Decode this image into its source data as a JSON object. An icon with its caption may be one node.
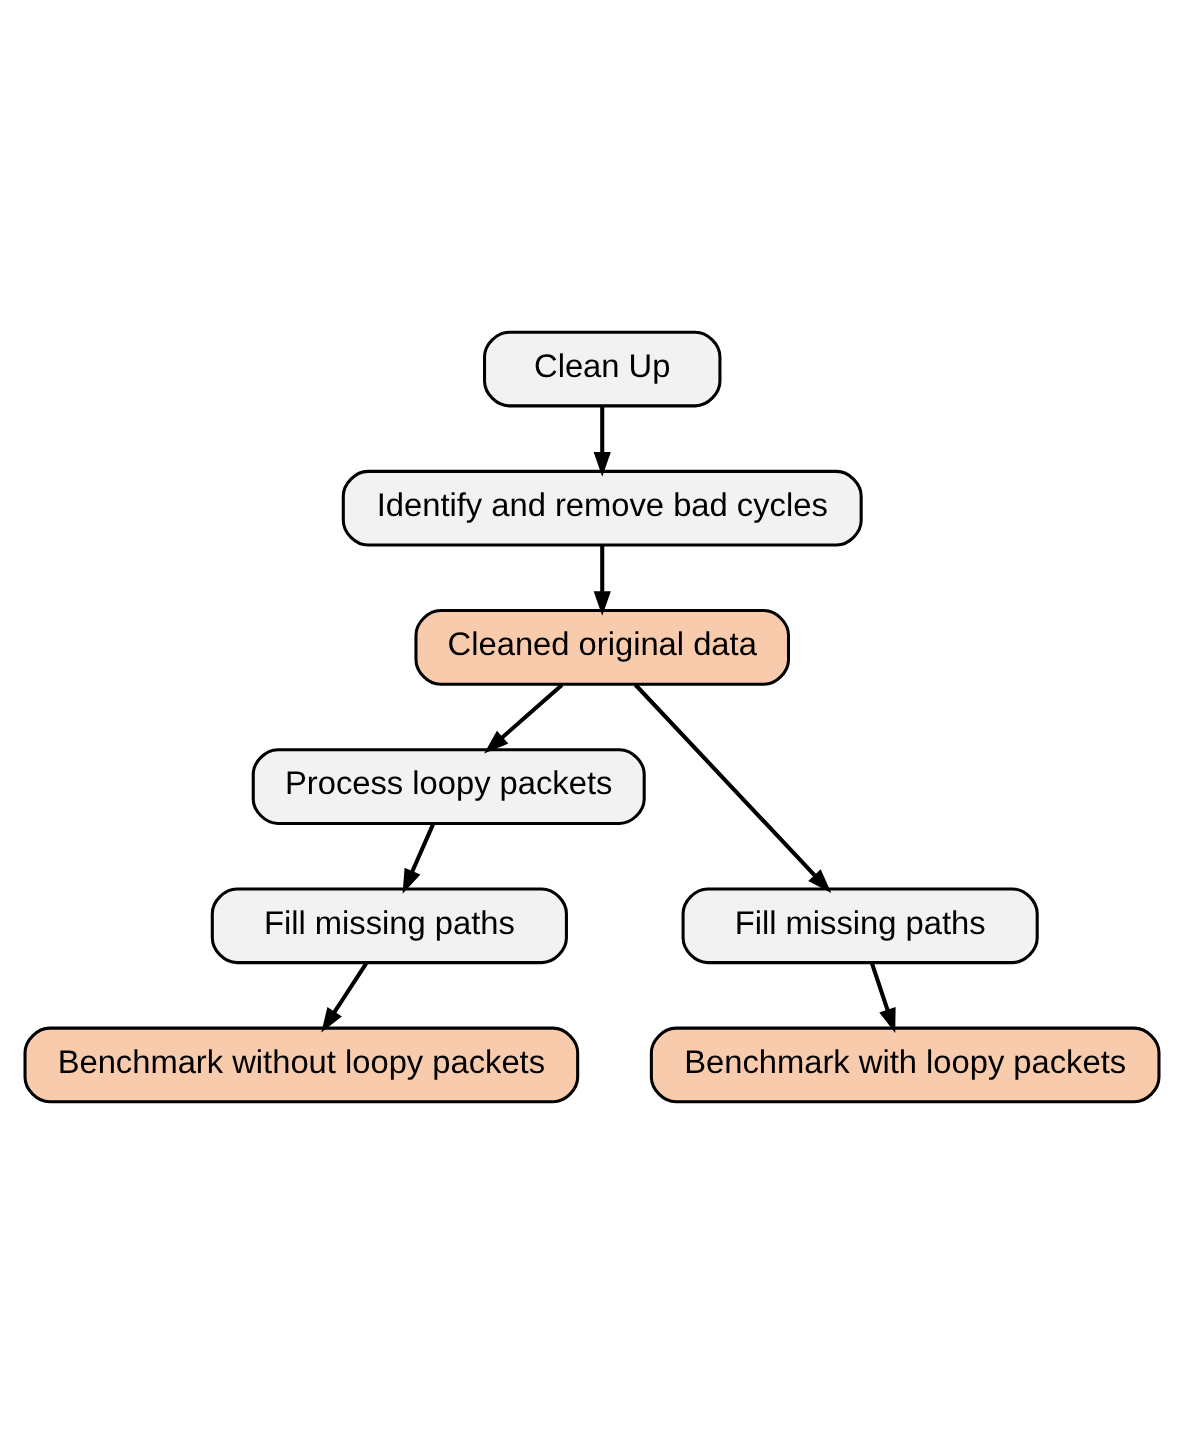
{
  "diagram": {
    "nodes": [
      {
        "text": [
          "Clean Up"
        ]
      },
      {
        "text": [
          "Identify and remove bad cycles"
        ]
      },
      {
        "text": [
          "Cleaned original data"
        ]
      },
      {
        "text": [
          "Process loopy packets"
        ]
      },
      {
        "text": [
          "Fill missing paths"
        ]
      },
      {
        "text": [
          "Fill missing paths"
        ]
      },
      {
        "text": [
          "Benchmark with loopy packets"
        ]
      },
      {
        "text": [
          "Benchmark without loopy packets"
        ]
      }
    ],
    "edges": [
      {
        "from": 0,
        "to": 1,
        "arrow": "to"
      },
      {
        "from": 1,
        "to": 2,
        "arrow": "to"
      },
      {
        "from": 2,
        "to": 4,
        "arrow": "to"
      },
      {
        "from": 2,
        "to": 3,
        "arrow": "to"
      },
      {
        "from": 3,
        "to": 5,
        "arrow": "to"
      },
      {
        "from": 4,
        "to": 6,
        "arrow": "to"
      },
      {
        "from": 5,
        "to": 7,
        "arrow": "to"
      }
    ]
  }
}
